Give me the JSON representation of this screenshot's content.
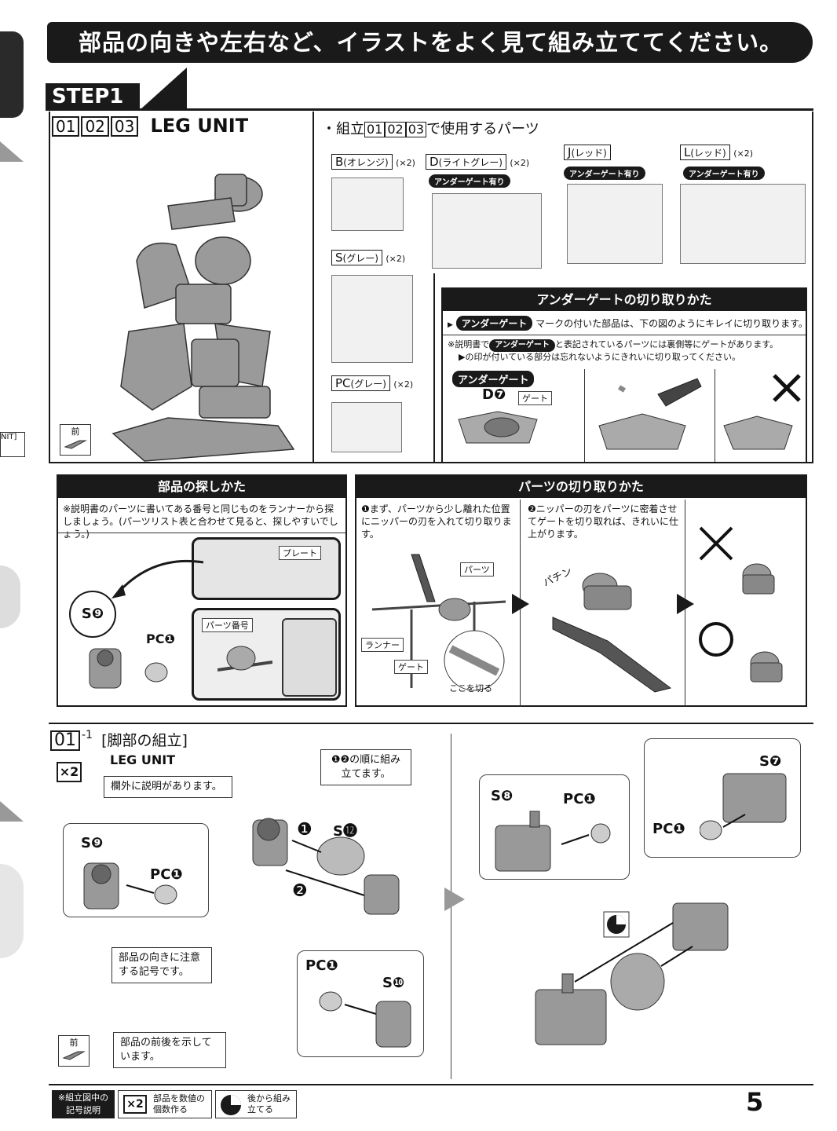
{
  "banner": "部品の向きや左右など、イラストをよく見て組み立ててください。",
  "step": "STEP1",
  "leg_unit": {
    "nums": [
      "01",
      "02",
      "03"
    ],
    "title": "LEG UNIT",
    "front_mark": "前"
  },
  "parts_used": {
    "prefix": "・組立",
    "nums": [
      "01",
      "02",
      "03"
    ],
    "suffix": "で使用するパーツ",
    "runners": [
      {
        "name": "B",
        "color": "(オレンジ)",
        "qty": "(×2)",
        "under_gate": ""
      },
      {
        "name": "D",
        "color": "(ライトグレー)",
        "qty": "(×2)",
        "under_gate": "アンダーゲート有り"
      },
      {
        "name": "J",
        "color": "(レッド)",
        "qty": "",
        "under_gate": "アンダーゲート有り"
      },
      {
        "name": "L",
        "color": "(レッド)",
        "qty": "(×2)",
        "under_gate": "アンダーゲート有り"
      },
      {
        "name": "S",
        "color": "(グレー)",
        "qty": "(×2)",
        "under_gate": ""
      },
      {
        "name": "PC",
        "color": "(グレー)",
        "qty": "(×2)",
        "under_gate": ""
      }
    ]
  },
  "under_gate_box": {
    "title": "アンダーゲートの切り取りかた",
    "pill": "アンダーゲート",
    "line1": "マークの付いた部品は、下の図のようにキレイに切り取ります。",
    "note_a": "※説明書で",
    "note_b": "と表記されているパーツには裏側等にゲートがあります。",
    "note_c": "▶の印が付いている部分は忘れないようにきれいに切り取ってください。",
    "label_under": "アンダーゲート",
    "d7": "D❼",
    "gate": "ゲート"
  },
  "find_parts": {
    "title": "部品の探しかた",
    "note": "※説明書のパーツに書いてある番号と同じものをランナーから探しましょう。(パーツリスト表と合わせて見ると、探しやすいでしょう。)",
    "s9": "S❾",
    "pc1": "PC❶",
    "plate": "プレート",
    "part_number": "パーツ番号"
  },
  "cut_parts": {
    "title": "パーツの切り取りかた",
    "step1": "❶まず、パーツから少し離れた位置にニッパーの刃を入れて切り取ります。",
    "step2": "❷ニッパーの刃をパーツに密着させてゲートを切り取れば、きれいに仕上がります。",
    "parts": "パーツ",
    "runner": "ランナー",
    "gate": "ゲート",
    "cut_here": "ここを切る",
    "snap": "パチン"
  },
  "assembly": {
    "num": "01",
    "sub": "-1",
    "title": "[脚部の組立]",
    "subtitle": "LEG UNIT",
    "x2": "×2",
    "x2_note": "欄外に説明があります。",
    "order_note": "❶❷の順に組み立てます。",
    "s9": "S❾",
    "s12": "S⓬",
    "s10": "S❿",
    "s8": "S❽",
    "s7": "S❼",
    "pc1": "PC❶",
    "mark1": "❶",
    "mark2": "❷",
    "direction_note": "部品の向きに注意する記号です。",
    "front_note": "部品の前後を示しています。",
    "front_mark": "前"
  },
  "legend": {
    "title": "※組立図中の記号説明",
    "x2": "×2",
    "x2_desc": "部品を数値の個数作る",
    "later_desc": "後から組み立てる"
  },
  "page_number": "5"
}
